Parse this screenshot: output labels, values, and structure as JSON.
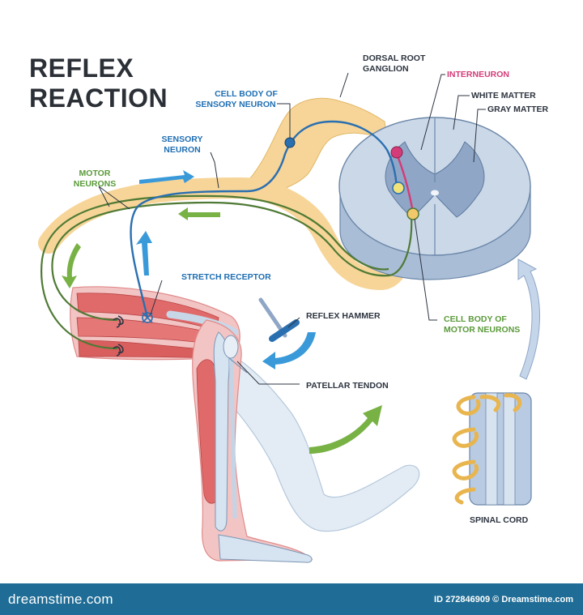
{
  "title": {
    "line1": "REFLEX",
    "line2": "REACTION"
  },
  "labels": {
    "dorsal_root_ganglion_1": "DORSAL ROOT",
    "dorsal_root_ganglion_2": "GANGLION",
    "interneuron": "INTERNEURON",
    "white_matter": "WHITE MATTER",
    "gray_matter": "GRAY MATTER",
    "cell_body_sensory_1": "CELL BODY OF",
    "cell_body_sensory_2": "SENSORY NEURON",
    "sensory_neuron_1": "SENSORY",
    "sensory_neuron_2": "NEURON",
    "motor_neurons_1": "MOTOR",
    "motor_neurons_2": "NEURONS",
    "stretch_receptor": "STRETCH RECEPTOR",
    "reflex_hammer": "REFLEX HAMMER",
    "cell_body_motor_1": "CELL BODY OF",
    "cell_body_motor_2": "MOTOR NEURONS",
    "patellar_tendon": "PATELLAR TENDON",
    "spinal_cord": "SPINAL CORD"
  },
  "footer": {
    "logo": "dreamstime.com",
    "credit": "ID 272846909 © Dreamstime.com"
  },
  "colors": {
    "sensory": "#2a6fb0",
    "motor": "#4f7a35",
    "interneuron": "#d43b79",
    "ganglion": "#f7d598",
    "spinal_cord": "#cbd8e8",
    "gray_matter": "#8fa6c6",
    "muscle": "#e06a6a",
    "bone": "#d6e4f2",
    "arrow_blue": "#3a9ad9",
    "arrow_green": "#78b144",
    "footer_bg": "#1f6d96"
  }
}
